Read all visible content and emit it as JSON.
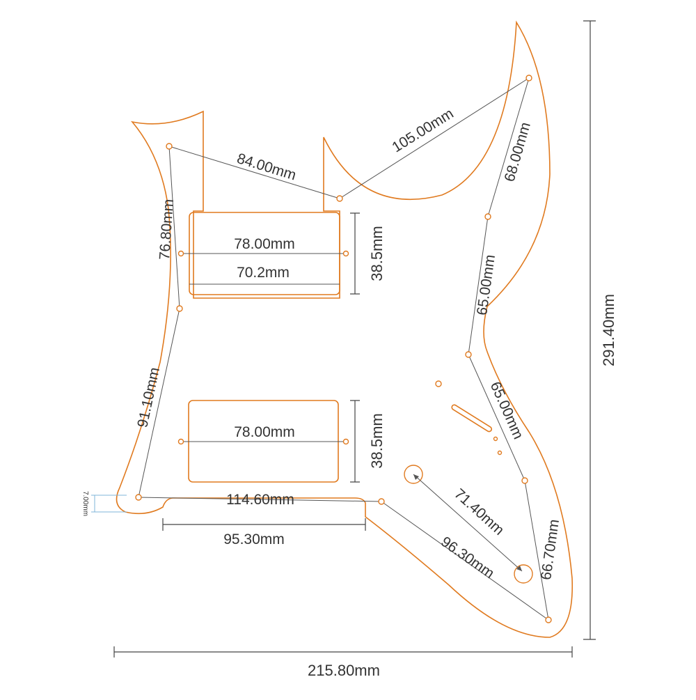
{
  "outline_color": "#e07a1f",
  "line_color": "#555555",
  "dimensions": {
    "d84": "84.00mm",
    "d105": "105.00mm",
    "d68": "68.00mm",
    "d768": "76.80mm",
    "d780a": "78.00mm",
    "d702": "70.2mm",
    "d385a": "38.5mm",
    "d650a": "65.00mm",
    "d911": "91.10mm",
    "d780b": "78.00mm",
    "d385b": "38.5mm",
    "d650b": "65.00mm",
    "d700": "7.00mm",
    "d1146": "114.60mm",
    "d953": "95.30mm",
    "d714": "71.40mm",
    "d963": "96.30mm",
    "d667": "66.70mm",
    "d2914": "291.40mm",
    "d2158": "215.80mm"
  }
}
